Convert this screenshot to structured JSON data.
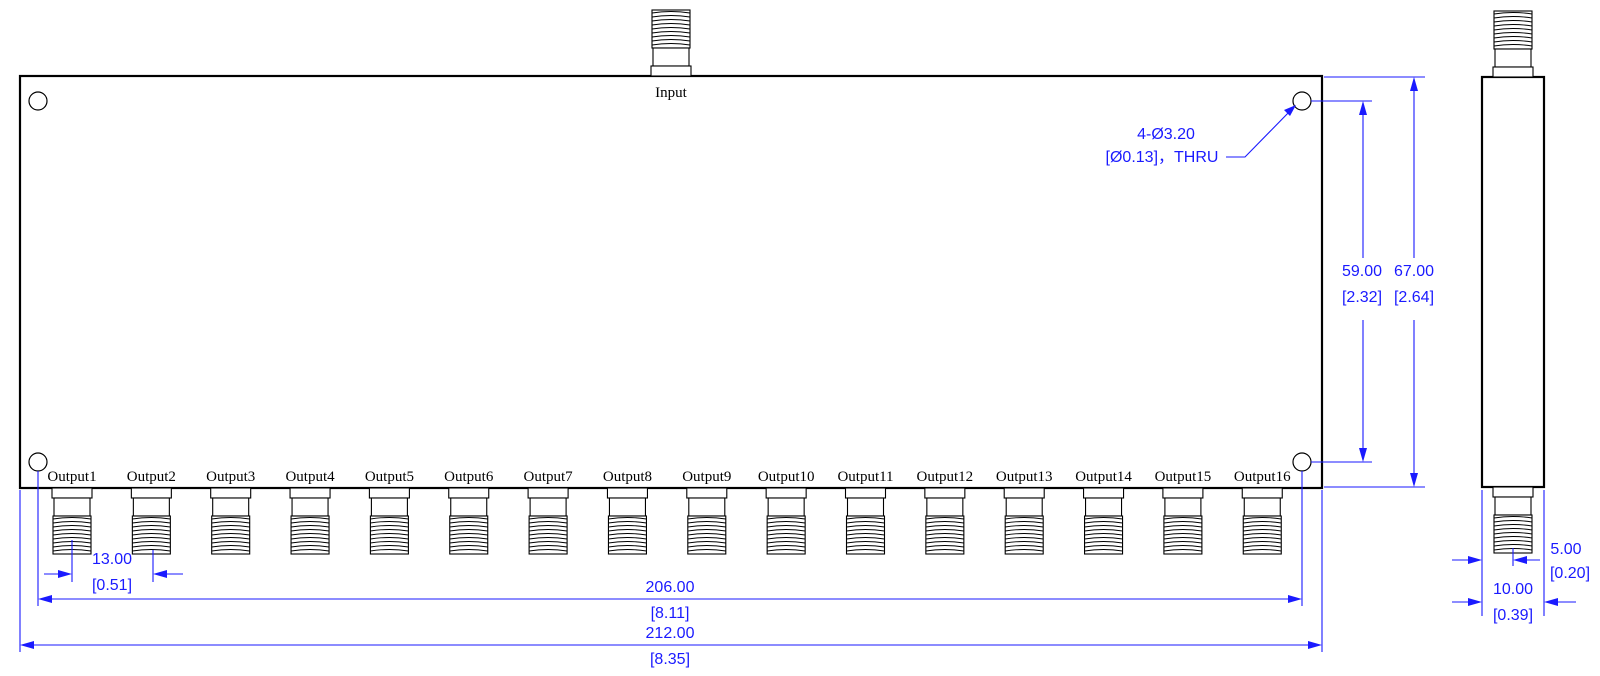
{
  "drawing": {
    "input_label": "Input",
    "output_labels": [
      "Output1",
      "Output2",
      "Output3",
      "Output4",
      "Output5",
      "Output6",
      "Output7",
      "Output8",
      "Output9",
      "Output10",
      "Output11",
      "Output12",
      "Output13",
      "Output14",
      "Output15",
      "Output16"
    ],
    "hole_callout": {
      "line1": "4-Ø3.20",
      "line2": "[Ø0.13]，THRU"
    },
    "dimensions": {
      "pitch": {
        "mm": "13.00",
        "in": "[0.51]"
      },
      "hole_span_x": {
        "mm": "206.00",
        "in": "[8.11]"
      },
      "length": {
        "mm": "212.00",
        "in": "[8.35]"
      },
      "hole_span_y": {
        "mm": "59.00",
        "in": "[2.32]"
      },
      "width": {
        "mm": "67.00",
        "in": "[2.64]"
      },
      "connector_offset": {
        "mm": "5.00",
        "in": "[0.20]"
      },
      "thickness": {
        "mm": "10.00",
        "in": "[0.39]"
      }
    },
    "colors": {
      "outline": "#000000",
      "dimension": "#1a1aff",
      "background": "#ffffff"
    }
  }
}
